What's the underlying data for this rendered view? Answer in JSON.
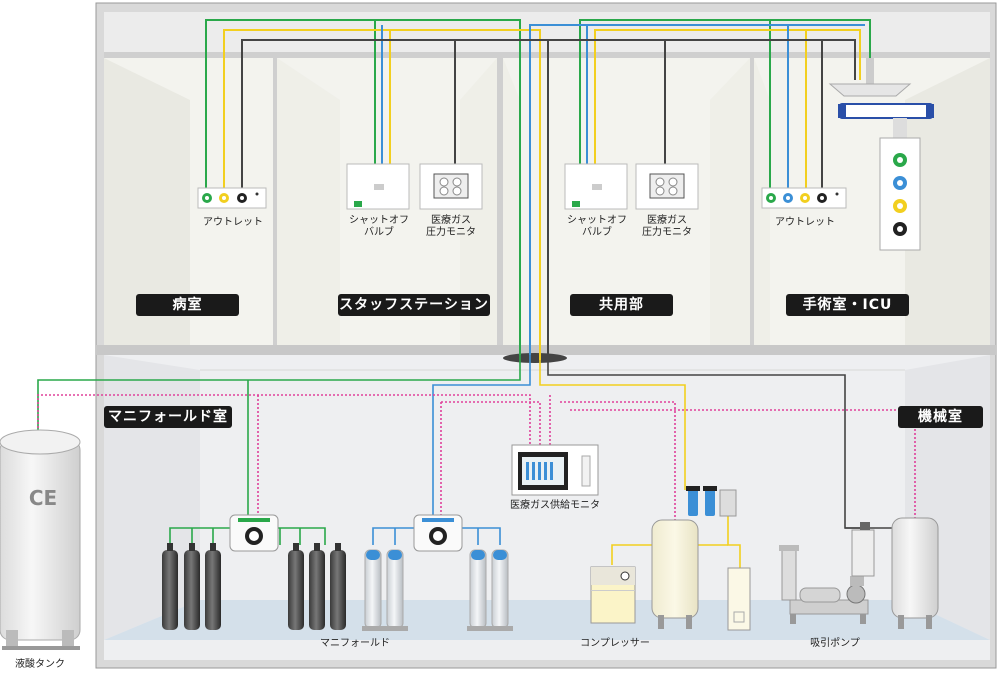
{
  "rooms": {
    "patient_room": "病室",
    "staff_station": "スタッフステーション",
    "common_area": "共用部",
    "or_icu": "手術室・ICU",
    "manifold_room": "マニフォールド室",
    "machine_room": "機械室"
  },
  "labels": {
    "outlet_1": "アウトレット",
    "outlet_2": "アウトレット",
    "shutoff_valve_1": [
      "シャットオフ",
      "バルブ"
    ],
    "shutoff_valve_2": [
      "シャットオフ",
      "バルブ"
    ],
    "pressure_monitor_1": [
      "医療ガス",
      "圧力モニタ"
    ],
    "pressure_monitor_2": [
      "医療ガス",
      "圧力モニタ"
    ],
    "supply_monitor": "医療ガス供給モニタ",
    "manifold": "マニフォールド",
    "compressor": "コンプレッサー",
    "vacuum_pump": "吸引ポンプ",
    "lox_tank": "液酸タンク",
    "ce": "CE"
  },
  "colors": {
    "oxygen": "#2aa84a",
    "air": "#f2cf1f",
    "vacuum": "#444444",
    "nitrous": "#3b8fd6",
    "signal": "#e0409a",
    "pill": "#1a1a1a"
  }
}
